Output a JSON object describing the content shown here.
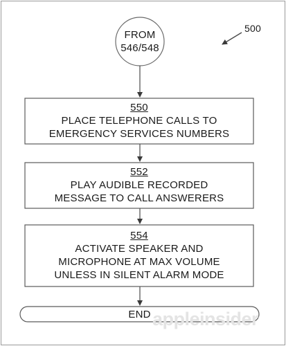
{
  "figure": {
    "figure_number": "500",
    "start": {
      "line1": "FROM",
      "line2": "546/548"
    },
    "steps": [
      {
        "ref": "550",
        "text_lines": [
          "PLACE TELEPHONE CALLS TO",
          "EMERGENCY SERVICES NUMBERS"
        ]
      },
      {
        "ref": "552",
        "text_lines": [
          "PLAY AUDIBLE RECORDED",
          "MESSAGE TO CALL ANSWERERS"
        ]
      },
      {
        "ref": "554",
        "text_lines": [
          "ACTIVATE SPEAKER AND",
          "MICROPHONE AT MAX VOLUME",
          "UNLESS IN SILENT ALARM MODE"
        ]
      }
    ],
    "end": {
      "label": "END"
    }
  },
  "watermark": {
    "text": "appleinsider"
  },
  "colors": {
    "stroke": "#4a4a4a",
    "text": "#1a1a1a",
    "watermark": "#e4e4e4",
    "frame": "#9a9a9a"
  }
}
